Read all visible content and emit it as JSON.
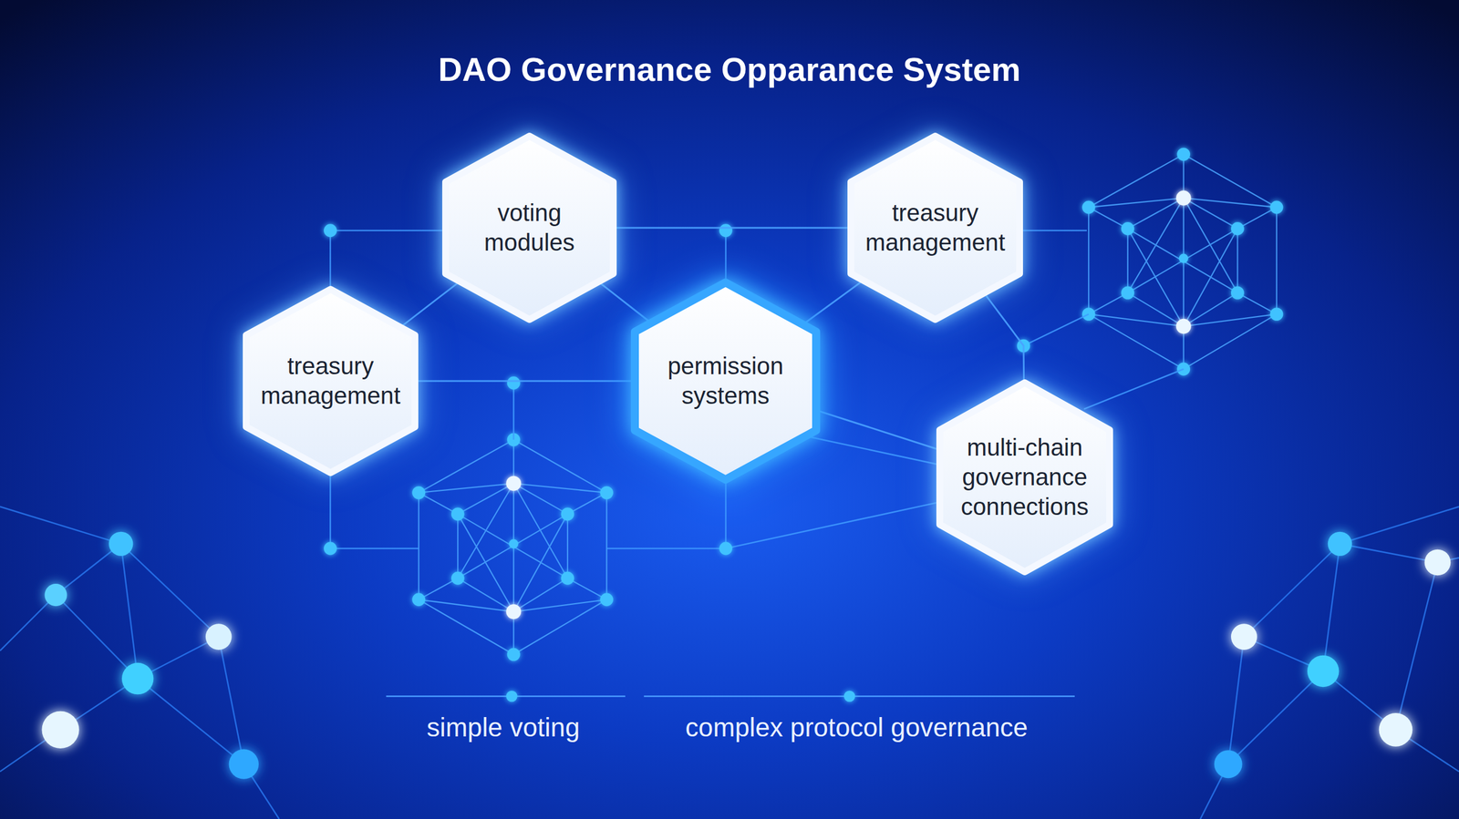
{
  "diagram": {
    "title": "DAO Governance Opparance System",
    "nodes": [
      {
        "text": [
          "voting modules"
        ]
      },
      {
        "text": [
          "treasury management"
        ]
      },
      {
        "text": [
          "treasury management"
        ]
      },
      {
        "text": [
          "permission systems"
        ]
      },
      {
        "text": [
          "multi-chain governance connections"
        ]
      }
    ],
    "edges": [
      {
        "from": 2,
        "to": 0,
        "arrow": "none"
      },
      {
        "from": 0,
        "to": 1,
        "arrow": "none"
      },
      {
        "from": 0,
        "to": 3,
        "arrow": "none"
      },
      {
        "from": 2,
        "to": 3,
        "arrow": "none"
      },
      {
        "from": 1,
        "to": 3,
        "arrow": "none"
      },
      {
        "from": 1,
        "to": 4,
        "arrow": "none"
      },
      {
        "from": 3,
        "to": 4,
        "arrow": "none"
      }
    ],
    "labels": [
      "simple voting",
      "complex protocol governance"
    ]
  }
}
